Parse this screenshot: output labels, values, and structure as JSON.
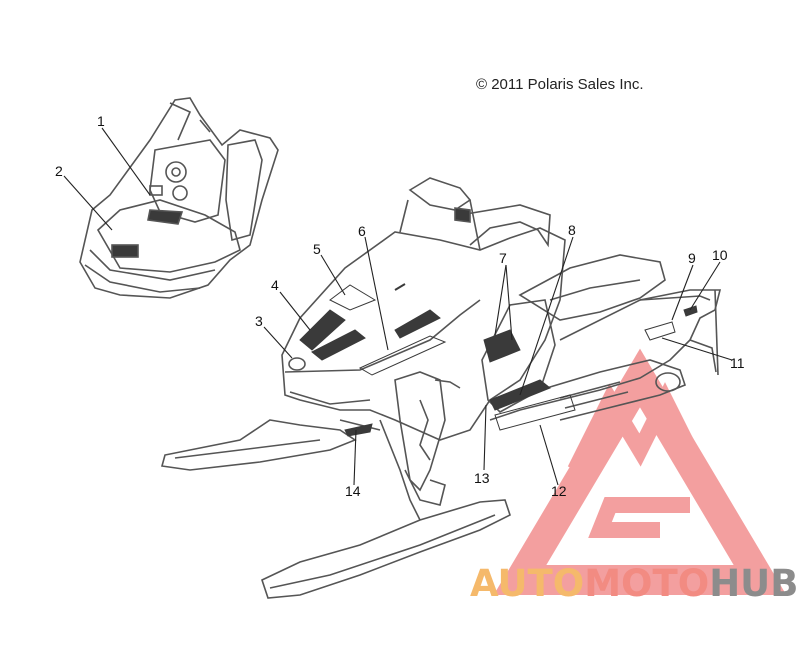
{
  "copyright": "© 2011 Polaris Sales Inc.",
  "callouts": [
    "1",
    "2",
    "3",
    "4",
    "5",
    "6",
    "7",
    "8",
    "9",
    "10",
    "11",
    "12",
    "13",
    "14"
  ],
  "watermark": {
    "auto": "AUTO",
    "moto": "MOTO",
    "hub": "HUB",
    "colors": {
      "auto": "#f5b96b",
      "moto": "#f28b82",
      "hub": "#8c8c8c",
      "logo": "#f08080"
    }
  },
  "colors": {
    "line": "#555555",
    "decal": "#3a3a3a"
  }
}
